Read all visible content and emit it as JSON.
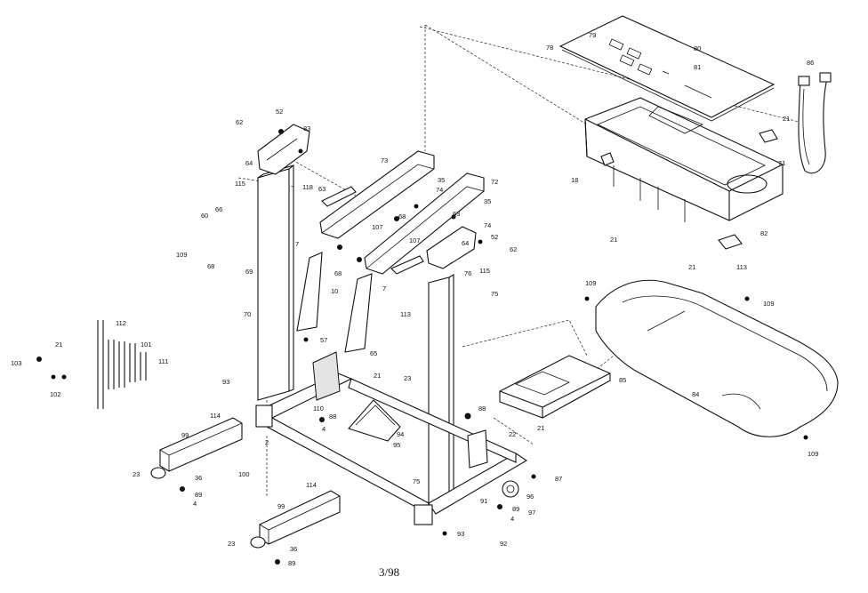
{
  "diagram": {
    "page_number": "3/98",
    "callouts": [
      {
        "id": "c1",
        "text": "79"
      },
      {
        "id": "c2",
        "text": "78"
      },
      {
        "id": "c3",
        "text": "80"
      },
      {
        "id": "c4",
        "text": "81"
      },
      {
        "id": "c5",
        "text": "86"
      },
      {
        "id": "c6",
        "text": "21"
      },
      {
        "id": "c7",
        "text": "71"
      },
      {
        "id": "c8",
        "text": "18"
      },
      {
        "id": "c9",
        "text": "21"
      },
      {
        "id": "c10",
        "text": "82"
      },
      {
        "id": "c11",
        "text": "21"
      },
      {
        "id": "c12",
        "text": "113"
      },
      {
        "id": "c13",
        "text": "52"
      },
      {
        "id": "c14",
        "text": "62"
      },
      {
        "id": "c15",
        "text": "83"
      },
      {
        "id": "c16",
        "text": "64"
      },
      {
        "id": "c17",
        "text": "115"
      },
      {
        "id": "c18",
        "text": "118"
      },
      {
        "id": "c19",
        "text": "73"
      },
      {
        "id": "c20",
        "text": "72"
      },
      {
        "id": "c21",
        "text": "35"
      },
      {
        "id": "c22",
        "text": "74"
      },
      {
        "id": "c23",
        "text": "35"
      },
      {
        "id": "c24",
        "text": "74"
      },
      {
        "id": "c25",
        "text": "63"
      },
      {
        "id": "c26",
        "text": "68"
      },
      {
        "id": "c27",
        "text": "107"
      },
      {
        "id": "c28",
        "text": "107"
      },
      {
        "id": "c29",
        "text": "63"
      },
      {
        "id": "c30",
        "text": "64"
      },
      {
        "id": "c31",
        "text": "52"
      },
      {
        "id": "c32",
        "text": "62"
      },
      {
        "id": "c33",
        "text": "115"
      },
      {
        "id": "c34",
        "text": "76"
      },
      {
        "id": "c35",
        "text": "75"
      },
      {
        "id": "c36",
        "text": "66"
      },
      {
        "id": "c37",
        "text": "60"
      },
      {
        "id": "c38",
        "text": "109"
      },
      {
        "id": "c39",
        "text": "68"
      },
      {
        "id": "c40",
        "text": "69"
      },
      {
        "id": "c41",
        "text": "7"
      },
      {
        "id": "c42",
        "text": "68"
      },
      {
        "id": "c43",
        "text": "7"
      },
      {
        "id": "c44",
        "text": "10"
      },
      {
        "id": "c45",
        "text": "113"
      },
      {
        "id": "c46",
        "text": "70"
      },
      {
        "id": "c47",
        "text": "57"
      },
      {
        "id": "c48",
        "text": "65"
      },
      {
        "id": "c49",
        "text": "23"
      },
      {
        "id": "c50",
        "text": "21"
      },
      {
        "id": "c51",
        "text": "112"
      },
      {
        "id": "c52",
        "text": "101"
      },
      {
        "id": "c53",
        "text": "111"
      },
      {
        "id": "c54",
        "text": "21"
      },
      {
        "id": "c55",
        "text": "103"
      },
      {
        "id": "c56",
        "text": "102"
      },
      {
        "id": "c57",
        "text": "93"
      },
      {
        "id": "c58",
        "text": "110"
      },
      {
        "id": "c59",
        "text": "88"
      },
      {
        "id": "c60",
        "text": "4"
      },
      {
        "id": "c61",
        "text": "94"
      },
      {
        "id": "c62",
        "text": "95"
      },
      {
        "id": "c63",
        "text": "75"
      },
      {
        "id": "c64",
        "text": "88"
      },
      {
        "id": "c65",
        "text": "85"
      },
      {
        "id": "c66",
        "text": "21"
      },
      {
        "id": "c67",
        "text": "109"
      },
      {
        "id": "c68",
        "text": "109"
      },
      {
        "id": "c69",
        "text": "84"
      },
      {
        "id": "c70",
        "text": "109"
      },
      {
        "id": "c71",
        "text": "114"
      },
      {
        "id": "c72",
        "text": "99"
      },
      {
        "id": "c73",
        "text": "23"
      },
      {
        "id": "c74",
        "text": "36"
      },
      {
        "id": "c75",
        "text": "89"
      },
      {
        "id": "c76",
        "text": "4"
      },
      {
        "id": "c77",
        "text": "100"
      },
      {
        "id": "c78",
        "text": "2"
      },
      {
        "id": "c79",
        "text": "114"
      },
      {
        "id": "c80",
        "text": "99"
      },
      {
        "id": "c81",
        "text": "23"
      },
      {
        "id": "c82",
        "text": "36"
      },
      {
        "id": "c83",
        "text": "89"
      },
      {
        "id": "c84",
        "text": "22"
      },
      {
        "id": "c85",
        "text": "87"
      },
      {
        "id": "c86",
        "text": "96"
      },
      {
        "id": "c87",
        "text": "97"
      },
      {
        "id": "c88",
        "text": "91"
      },
      {
        "id": "c89",
        "text": "89"
      },
      {
        "id": "c90",
        "text": "4"
      },
      {
        "id": "c91",
        "text": "92"
      },
      {
        "id": "c92",
        "text": "93"
      }
    ]
  }
}
